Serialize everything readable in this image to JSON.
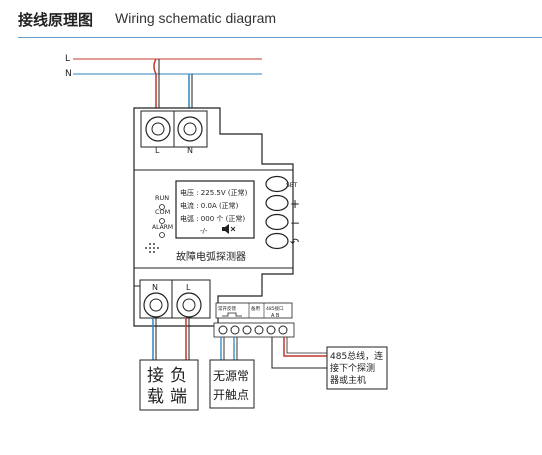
{
  "header": {
    "title_cn": "接线原理图",
    "title_en": "Wiring schematic diagram"
  },
  "lines": {
    "l": "L",
    "n": "N"
  },
  "top_terminals": {
    "left": "L",
    "right": "N"
  },
  "bottom_terminals": {
    "left": "N",
    "right": "L"
  },
  "display": {
    "voltage": "电压 : 225.5V (正常)",
    "current": "电流 : 0.0A    (正常)",
    "arc": "电弧 : 000 个 (正常)",
    "status_icons": "-/-"
  },
  "indicators": {
    "run": "RUN",
    "com": "COM",
    "alarm": "ALARM"
  },
  "buttons": {
    "set": "SET",
    "plus": "+",
    "minus": "−",
    "back": "↶"
  },
  "device_name": "故障电弧探测器",
  "terminal_block": {
    "label1": "常开反馈",
    "label2": "备用",
    "label3": "485接口",
    "ab": "A  B"
  },
  "callouts": {
    "load_line1": "接负",
    "load_line2": "载端",
    "relay_line1": "无源常",
    "relay_line2": "开触点",
    "bus_line1": "485总线，连",
    "bus_line2": "接下个探测",
    "bus_line3": "器或主机"
  },
  "colors": {
    "live": "#c0392b",
    "neutral": "#2e86c1",
    "outline": "#222222",
    "rule": "#6a9cc9"
  }
}
